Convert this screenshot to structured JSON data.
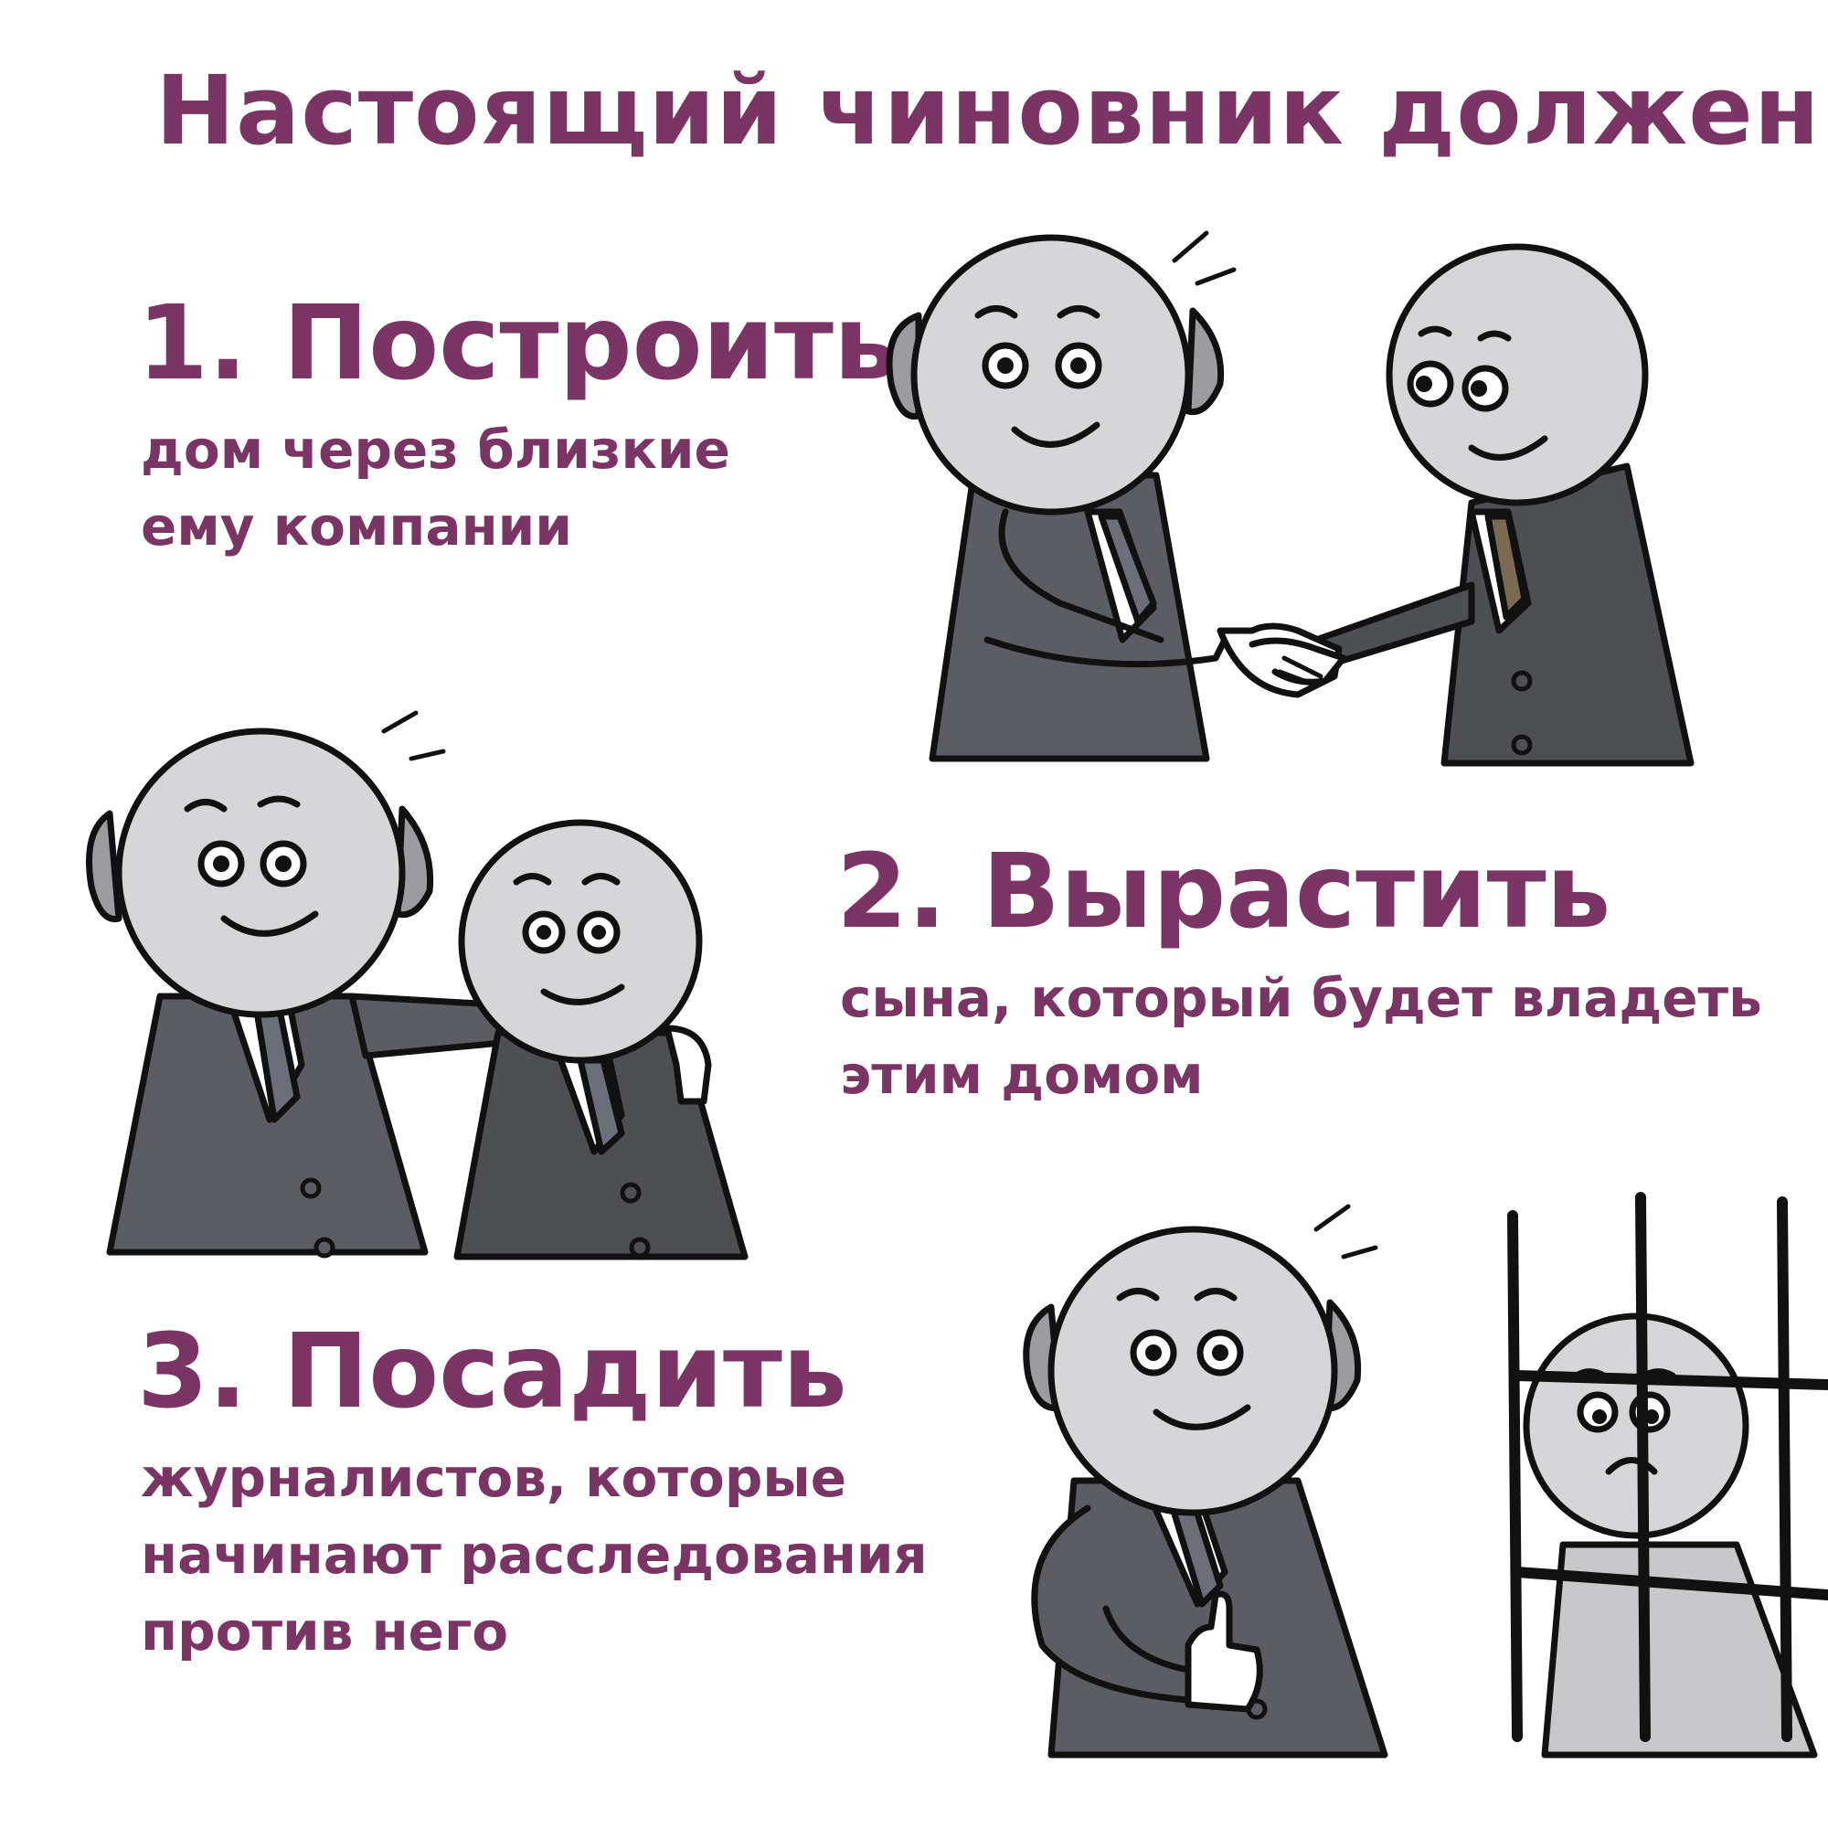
{
  "title": "Настоящий чиновник должен",
  "steps": [
    {
      "heading": "1. Построить",
      "line1": "дом через близкие",
      "line2": "ему компании",
      "line3": ""
    },
    {
      "heading": "2. Вырастить",
      "line1": "сына, который будет владеть",
      "line2": "этим домом",
      "line3": ""
    },
    {
      "heading": "3. Посадить",
      "line1": "журналистов, которые",
      "line2": "начинают расследования",
      "line3": "против него"
    }
  ],
  "colors": {
    "accent": "#7b3564",
    "suit_dark": "#4e4f53",
    "suit_light": "#5c5d62",
    "head": "#d6d6d8",
    "ear": "#9c9ca0",
    "tie_gray": "#6c6e7a",
    "tie_brown": "#7a6a52"
  },
  "illustrations": [
    {
      "name": "handshake-scene",
      "icon": "handshake-icon"
    },
    {
      "name": "father-son-scene",
      "icon": "hand-on-shoulder-icon"
    },
    {
      "name": "prison-scene",
      "icon": "thumbs-up-icon"
    }
  ]
}
